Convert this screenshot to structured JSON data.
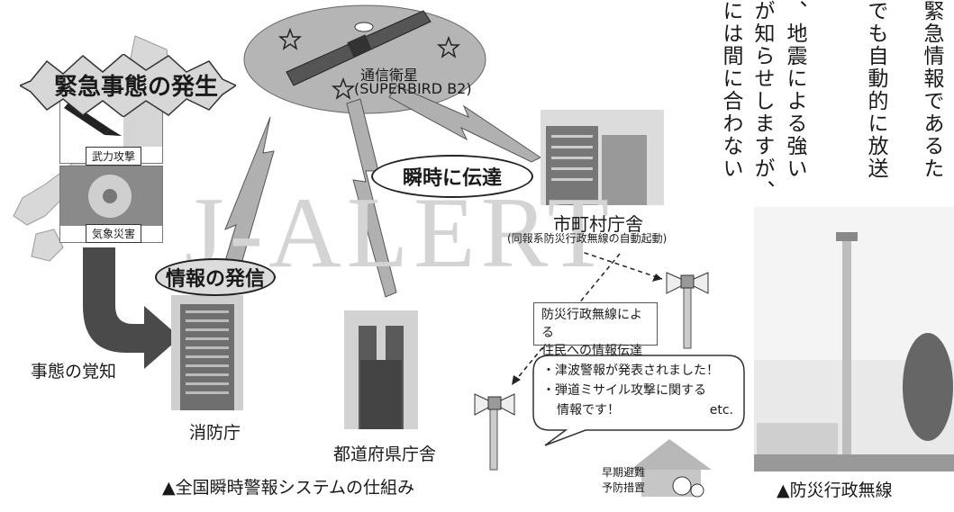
{
  "watermark": "J-ALERT",
  "satellite": {
    "name": "通信衛星",
    "model": "(SUPERBIRD B2)"
  },
  "burst": {
    "label": "緊急事態の発生"
  },
  "threats": [
    {
      "label": "武力攻撃"
    },
    {
      "label": "気象災害"
    }
  ],
  "process": {
    "awareness": "事態の覚知",
    "dispatch": "情報の発信",
    "instant": "瞬時に伝達"
  },
  "buildings": {
    "fdma": "消防庁",
    "prefecture": "都道府県庁舎",
    "municipal": "市町村庁舎",
    "municipal_note": "(同報系防災行政無線の自動起動)"
  },
  "broadcast_note": {
    "line1": "防災行政無線による",
    "line2": "住民への情報伝達"
  },
  "speech": {
    "line1": "・津波警報が発表されました！",
    "line2": "・弾道ミサイル攻撃に関する",
    "line3": "情報です！",
    "etc": "etc."
  },
  "evacuation": {
    "line1": "早期避難",
    "line2": "予防措置"
  },
  "caption_left": "▲全国瞬時警報システムの仕組み",
  "caption_right": "▲防災行政無線",
  "vertical_text": [
    "緊急情報であるた",
    "でも自動的に放送",
    "",
    "、地震による強い",
    "が知らせしますが、",
    "には間に合わない"
  ]
}
